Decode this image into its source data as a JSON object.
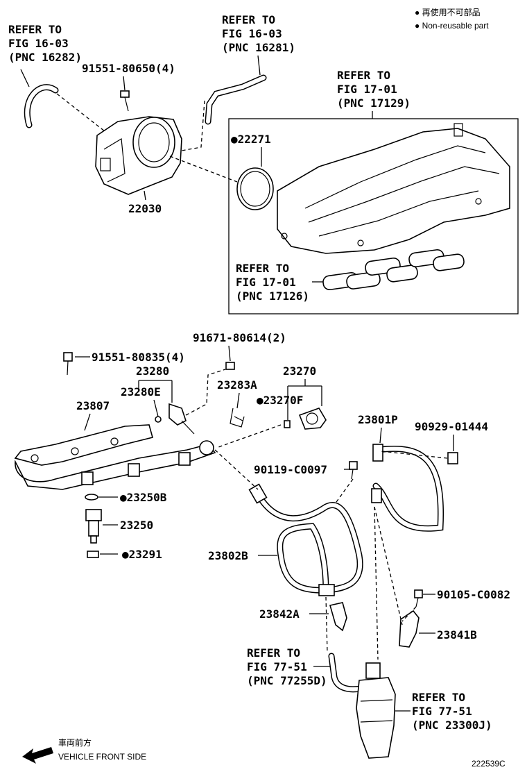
{
  "legend": {
    "jp": "● 再使用不可部品",
    "en": "● Non-reusable part"
  },
  "refs": {
    "r16_03_a": [
      "REFER TO",
      "FIG 16-03",
      "(PNC 16282)"
    ],
    "r16_03_b": [
      "REFER TO",
      "FIG 16-03",
      "(PNC 16281)"
    ],
    "r17_01_a": [
      "REFER TO",
      "FIG 17-01",
      "(PNC 17129)"
    ],
    "r17_01_b": [
      "REFER TO",
      "FIG 17-01",
      "(PNC 17126)"
    ],
    "r77_51_a": [
      "REFER TO",
      "FIG 77-51",
      "(PNC 77255D)"
    ],
    "r77_51_b": [
      "REFER TO",
      "FIG 77-51",
      "(PNC 23300J)"
    ]
  },
  "parts": {
    "p91551_80650": "91551-80650(4)",
    "p22030": "22030",
    "p22271": "●22271",
    "p91551_80835": "91551-80835(4)",
    "p91671_80614": "91671-80614(2)",
    "p23280": "23280",
    "p23280E": "23280E",
    "p23807": "23807",
    "p23283A": "23283A",
    "p23270": "23270",
    "p23270F": "●23270F",
    "p23801P": "23801P",
    "p90929_01444": "90929-01444",
    "p90119_C0097": "90119-C0097",
    "p23250B": "●23250B",
    "p23250": "23250",
    "p23291": "●23291",
    "p23802B": "23802B",
    "p90105_C0082": "90105-C0082",
    "p23842A": "23842A",
    "p23841B": "23841B"
  },
  "front": {
    "jp": "車両前方",
    "en": "VEHICLE FRONT SIDE"
  },
  "illustration_id": "222539C"
}
